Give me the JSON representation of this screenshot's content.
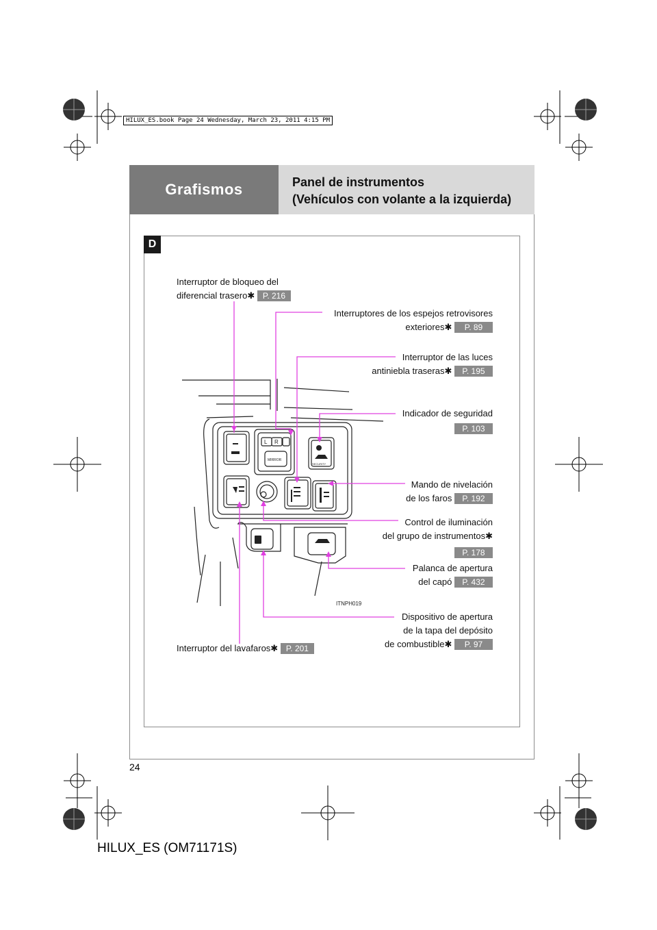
{
  "header": {
    "section_title": "Grafismos",
    "subtitle_line1": "Panel de instrumentos",
    "subtitle_line2": "(Vehículos con volante a la izquierda)"
  },
  "section_letter": "D",
  "book_note": "HILUX_ES.book  Page 24  Wednesday, March 23, 2011  4:15 PM",
  "figure_code": "ITNPH019",
  "panel_text": {
    "left": "L",
    "right": "R",
    "mirror": "MIRROR",
    "security": "SECURITY"
  },
  "callouts": {
    "diff_lock": {
      "line1": "Interruptor de bloqueo del",
      "line2": "diferencial trasero",
      "ref": "P. 216"
    },
    "mirrors": {
      "line1": "Interruptores de los espejos retrovisores",
      "line2": "exteriores",
      "ref": "P. 89"
    },
    "fog": {
      "line1": "Interruptor de las luces",
      "line2": "antiniebla traseras",
      "ref": "P. 195"
    },
    "security": {
      "line1": "Indicador de seguridad",
      "ref": "P. 103"
    },
    "leveling": {
      "line1": "Mando de nivelación",
      "line2": "de los faros",
      "ref": "P. 192"
    },
    "illumination": {
      "line1": "Control de iluminación",
      "line2": "del grupo de instrumentos",
      "ref": "P. 178"
    },
    "hood": {
      "line1": "Palanca de apertura",
      "line2": "del capó",
      "ref": "P. 432"
    },
    "fuel": {
      "line1": "Dispositivo de apertura",
      "line2": "de la tapa del depósito",
      "line3": "de combustible",
      "ref": "P. 97"
    },
    "washer": {
      "line1": "Interruptor del lavafaros",
      "ref": "P. 201"
    }
  },
  "asterisk": "✱",
  "page_number": "24",
  "footer": "HILUX_ES (OM71171S)"
}
